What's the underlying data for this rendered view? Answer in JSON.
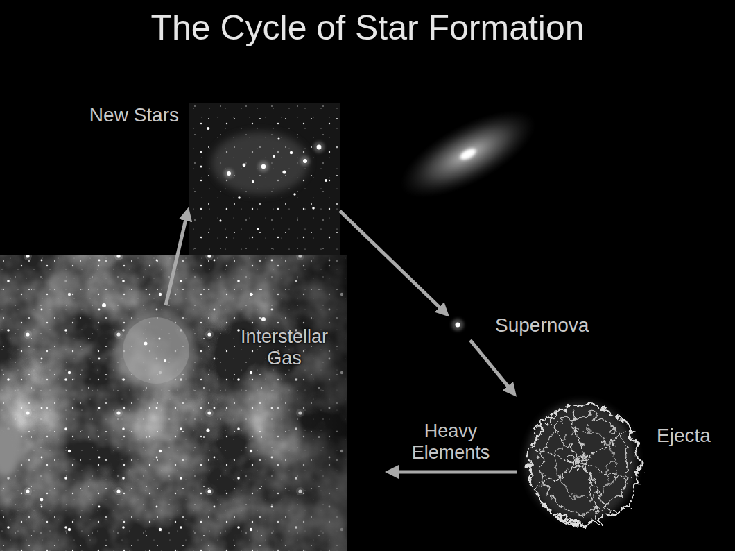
{
  "diagram": {
    "title": "The Cycle of Star Formation",
    "nodes": [
      {
        "text": [
          "New Stars"
        ]
      },
      {
        "text": [
          "Interstellar Gas"
        ]
      },
      {
        "text": [
          "Supernova"
        ]
      },
      {
        "text": [
          "Ejecta"
        ]
      }
    ],
    "edges": [
      {
        "from": 1,
        "to": 0,
        "arrow": "to"
      },
      {
        "from": 0,
        "to": 2,
        "arrow": "to"
      },
      {
        "from": 2,
        "to": 3,
        "arrow": "to"
      },
      {
        "from": 3,
        "to": 1,
        "label": "Heavy Elements",
        "arrow": "to"
      }
    ]
  }
}
